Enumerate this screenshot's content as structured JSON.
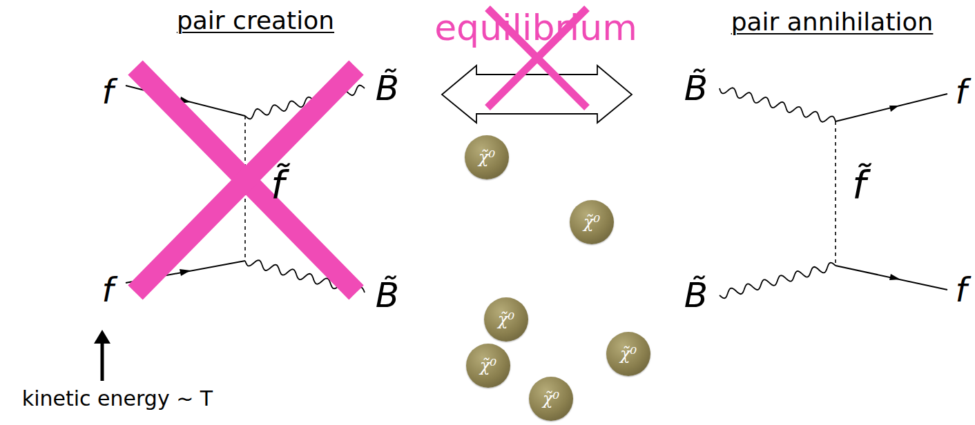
{
  "diagram": {
    "nodes": [
      {
        "text": [
          "χ̃⁰"
        ]
      },
      {
        "text": [
          "χ̃⁰"
        ]
      },
      {
        "text": [
          "χ̃⁰"
        ]
      },
      {
        "text": [
          "χ̃⁰"
        ]
      },
      {
        "text": [
          "χ̃⁰"
        ]
      },
      {
        "text": [
          "χ̃⁰"
        ]
      }
    ],
    "labels": [
      "pair creation",
      "equilibrium",
      "pair annihilation",
      "f",
      "B̃",
      "f",
      "B̃",
      "f̃",
      "B̃",
      "f",
      "f̃",
      "B̃",
      "f",
      "kinetic energy ~ T"
    ]
  }
}
